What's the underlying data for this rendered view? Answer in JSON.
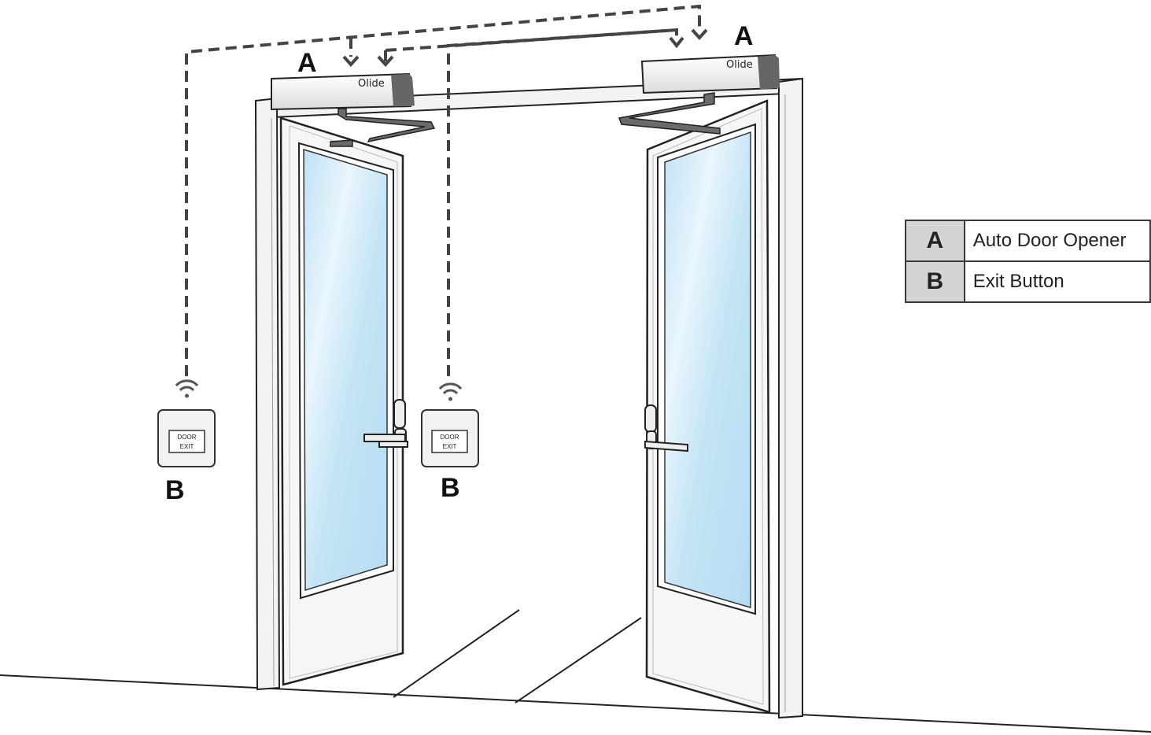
{
  "diagram": {
    "callouts": {
      "opener_left": "A",
      "opener_right": "A",
      "button_left": "B",
      "button_center": "B"
    },
    "brand_label": "Olide",
    "exit_button": {
      "line1": "DOOR",
      "line2": "EXIT"
    }
  },
  "legend": [
    {
      "key": "A",
      "label": "Auto Door Opener"
    },
    {
      "key": "B",
      "label": "Exit Button"
    }
  ],
  "colors": {
    "glass": "#cfe8f6",
    "opener_body": "#f2f2f2",
    "opener_cap": "#666666",
    "wire": "#444444",
    "legend_key_bg": "#d4d4d4"
  }
}
